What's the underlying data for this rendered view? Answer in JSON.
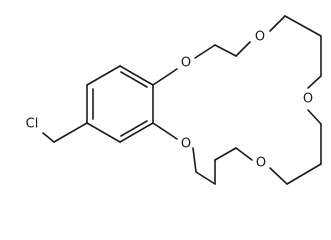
{
  "molecule": {
    "atoms": {
      "o1": "O",
      "o2": "O",
      "o3": "O",
      "o4": "O",
      "o5": "O",
      "cl": "Cl"
    }
  }
}
